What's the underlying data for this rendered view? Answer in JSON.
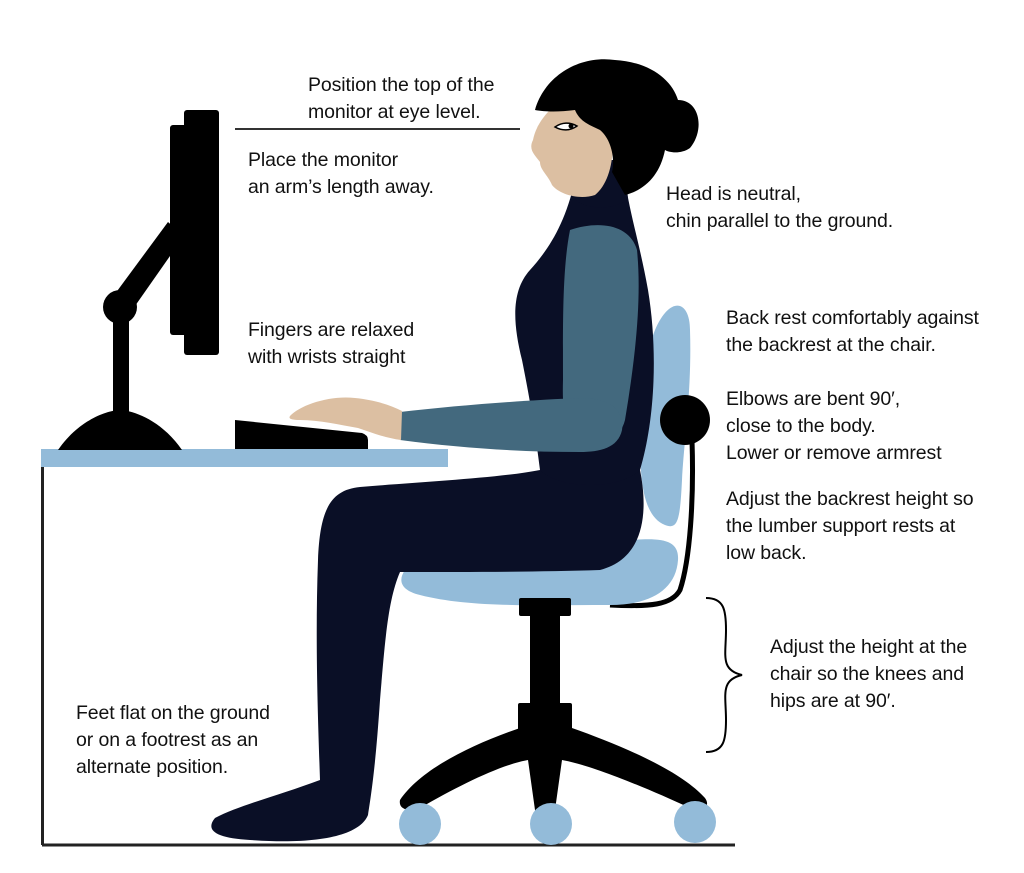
{
  "title": "Proper ergonomic sitting posture at a computer workstation",
  "colors": {
    "background": "#ffffff",
    "outfit_dark": "#0a0f26",
    "sleeve": "#43697e",
    "skin": "#dcbfa2",
    "hair": "#000000",
    "chair_cushion": "#93bbd9",
    "desk_top": "#93bbd9",
    "hardware_black": "#000000",
    "text": "#111111"
  },
  "annotations": {
    "monitor_top": {
      "lines": [
        "Position the top of the",
        "monitor at eye level."
      ]
    },
    "monitor_distance": {
      "lines": [
        "Place the monitor",
        "an arm’s length away."
      ]
    },
    "head": {
      "lines": [
        "Head is neutral,",
        "chin parallel to the ground."
      ]
    },
    "fingers": {
      "lines": [
        "Fingers are relaxed",
        "with wrists straight"
      ]
    },
    "back": {
      "lines": [
        "Back rest comfortably against",
        "the backrest at the chair."
      ]
    },
    "elbows": {
      "lines": [
        "Elbows are bent 90′,",
        "close to the body.",
        "Lower or remove armrest"
      ]
    },
    "backrest_height": {
      "lines": [
        "Adjust the backrest height so",
        "the lumber support rests at",
        "low back."
      ]
    },
    "chair_height": {
      "lines": [
        "Adjust the height at the",
        "chair so the knees and",
        "hips are at 90′."
      ]
    },
    "feet": {
      "lines": [
        "Feet flat on the ground",
        "or on a footrest as an",
        "alternate position."
      ]
    }
  },
  "illustration": {
    "elements": [
      "monitor",
      "monitor-arm",
      "monitor-base",
      "keyboard",
      "desk",
      "person",
      "chair",
      "chair-wheels",
      "floor-line",
      "eye-level-line",
      "height-brace"
    ]
  }
}
